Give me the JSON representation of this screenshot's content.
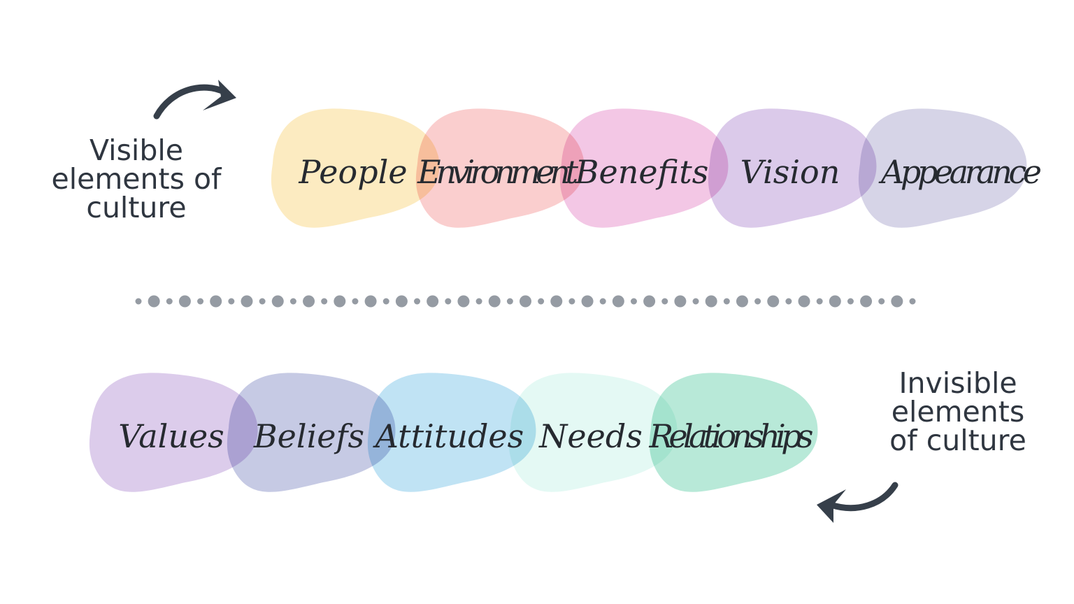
{
  "visible": {
    "heading": [
      "Visible",
      "elements of",
      "culture"
    ],
    "items": [
      {
        "label": "People",
        "color": "#fce8b6"
      },
      {
        "label": "Environment",
        "color": "#f9c6c6"
      },
      {
        "label": "Benefits",
        "color": "#f1bde1"
      },
      {
        "label": "Vision",
        "color": "#d5c1e7"
      },
      {
        "label": "Appearance",
        "color": "#cfcde3"
      }
    ]
  },
  "invisible": {
    "heading": [
      "Invisible",
      "elements",
      "of culture"
    ],
    "items": [
      {
        "label": "Values",
        "color": "#d6c3e8"
      },
      {
        "label": "Beliefs",
        "color": "#bcc1e0"
      },
      {
        "label": "Attitudes",
        "color": "#b5def3"
      },
      {
        "label": "Needs",
        "color": "#dff8f2"
      },
      {
        "label": "Relationships",
        "color": "#ace6d1"
      }
    ]
  },
  "divider_color": "#959ba3",
  "arrow_color": "#363f4a"
}
